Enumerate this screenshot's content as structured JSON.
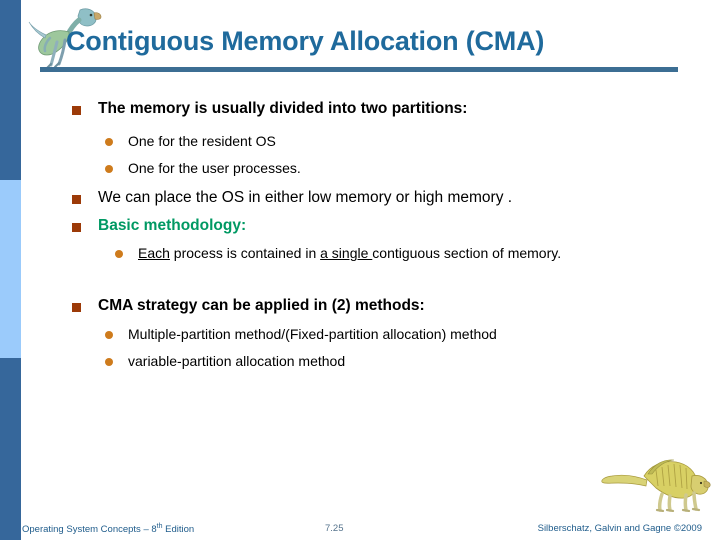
{
  "slide": {
    "title": "Contiguous Memory Allocation (CMA)",
    "accent_title_color": "#1F6A9C",
    "rule_color": "#3C6E93",
    "band_dark_color": "#36679B",
    "band_light_color": "#9BCBFB",
    "square_bullet_color": "#9C3A08",
    "round_bullet_color": "#CE7B1C",
    "green_teal_color": "#009963",
    "green_pure_color": "#118011"
  },
  "logos": {
    "title_logo_name": "dinosaur-logo",
    "footer_logo_name": "dimetrodon-logo"
  },
  "bullets": {
    "b1": "The memory is usually divided into two partitions:",
    "b1s1": "One for the resident OS",
    "b1s2": "One for the user processes.",
    "b2": "We can place the OS in either low memory or high memory .",
    "b3_green": "Basic methodology",
    "b3_colon": ":",
    "b3s1_u1": "Each",
    "b3s1_mid": " process is contained in ",
    "b3s1_u2": "a single ",
    "b3s1_tail": "contiguous section of memory.",
    "b4": "CMA strategy can be applied in (2) methods:",
    "b4s1": "Multiple-partition method/(Fixed-partition allocation) method",
    "b4s2": "variable-partition allocation method"
  },
  "footer": {
    "left_main": "Operating System Concepts – 8",
    "left_sup": "th",
    "left_tail": " Edition",
    "page_number": "7.25",
    "copyright": "Silberschatz, Galvin and Gagne ©2009"
  }
}
